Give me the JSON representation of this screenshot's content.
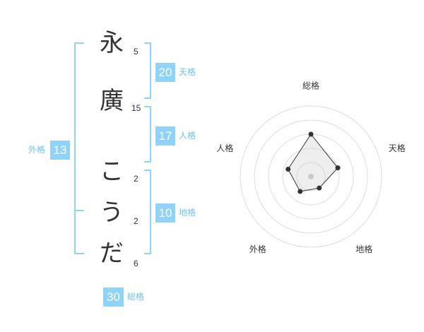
{
  "name_chars": [
    {
      "char": "永",
      "strokes": "5"
    },
    {
      "char": "廣",
      "strokes": "15"
    },
    {
      "char": "こ",
      "strokes": "2"
    },
    {
      "char": "う",
      "strokes": "2"
    },
    {
      "char": "だ",
      "strokes": "6"
    }
  ],
  "scores": {
    "tenkaku": {
      "value": "20",
      "label": "天格"
    },
    "jinkaku": {
      "value": "17",
      "label": "人格"
    },
    "chikaku": {
      "value": "10",
      "label": "地格"
    },
    "gaikaku": {
      "value": "13",
      "label": "外格"
    },
    "soukaku": {
      "value": "30",
      "label": "総格"
    }
  },
  "colors": {
    "accent": "#8fd3fb",
    "label": "#6cc4f7",
    "text": "#333333"
  },
  "chart_data": {
    "type": "radar",
    "axes": [
      "総格",
      "天格",
      "地格",
      "外格",
      "人格"
    ],
    "values": [
      30,
      20,
      10,
      13,
      17
    ]
  }
}
